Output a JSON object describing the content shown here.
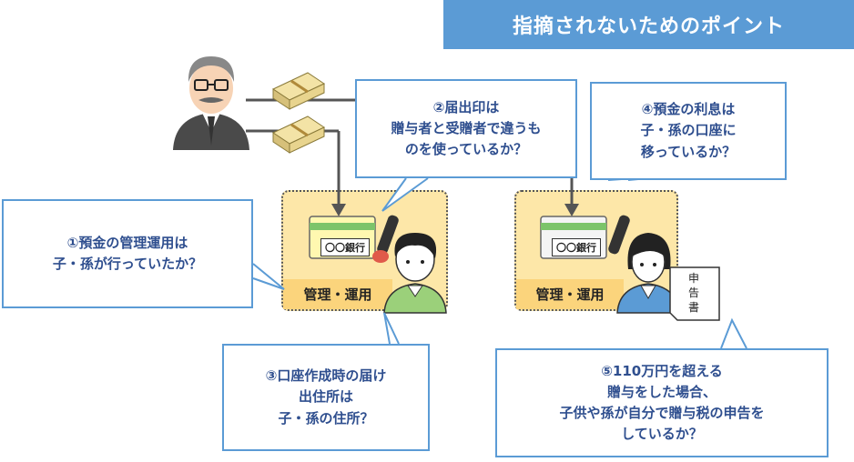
{
  "header": {
    "title": "指摘されないためのポイント"
  },
  "callouts": {
    "c1": "①預金の管理運用は\n子・孫が行っていたか？",
    "c2": "②届出印は\n贈与者と受贈者で違うも\nのを使っているか？",
    "c3": "③口座作成時の届け\n出住所は\n子・孫の住所？",
    "c4": "④預金の利息は\n子・孫の口座に\n移っているか？",
    "c5": "⑤110万円を超える\n贈与をした場合、\n子供や孫が自分で贈与税の申告を\nしているか？"
  },
  "areas": {
    "left_label": "管理・運用",
    "right_label": "管理・運用"
  },
  "passbook": {
    "bank_label": "〇〇銀行"
  },
  "document": {
    "label": "申告書"
  },
  "colors": {
    "accent": "#5b9bd5",
    "area": "#fde7a8",
    "label": "#fbd47c"
  },
  "icons": [
    "grandfather-icon",
    "money-bundle-icon",
    "passbook-icon",
    "seal-icon",
    "young-man-icon",
    "young-woman-icon",
    "tax-return-document-icon"
  ]
}
